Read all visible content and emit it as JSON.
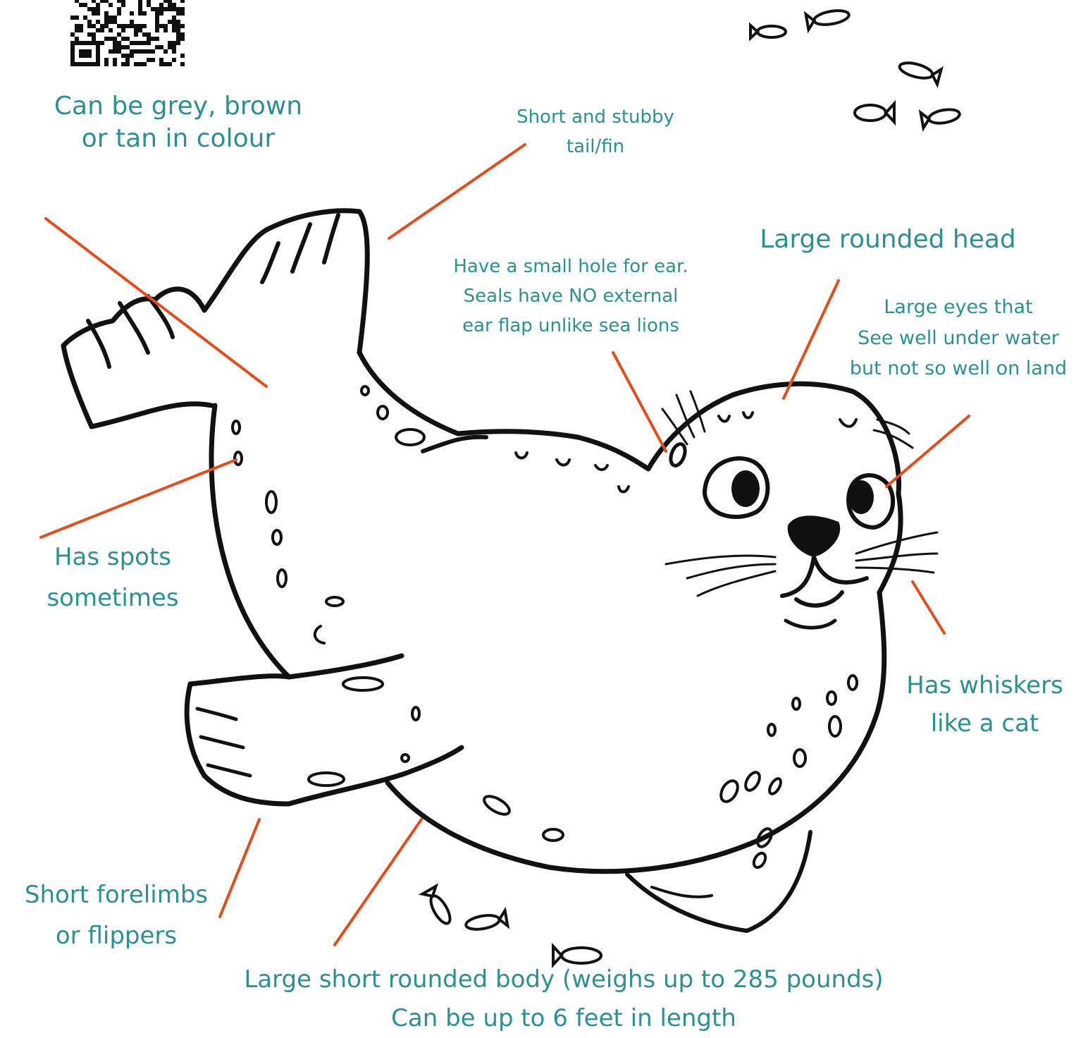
{
  "colors": {
    "label": "#2e8f93",
    "pointer": "#e04e1f",
    "ink": "#111111"
  },
  "qr_code": {
    "icon": "qr-code-icon"
  },
  "labels": {
    "colour": [
      "Can be grey, brown",
      "or tan in colour"
    ],
    "tail": [
      "Short and stubby",
      "tail/fin"
    ],
    "head": [
      "Large rounded head"
    ],
    "ear": [
      "Have a small hole for ear.",
      "Seals have NO external",
      "ear flap unlike sea lions"
    ],
    "eyes": [
      "Large eyes that",
      "See well under water",
      "but not so well on land"
    ],
    "spots": [
      "Has spots",
      "sometimes"
    ],
    "whiskers": [
      "Has whiskers",
      "like a cat"
    ],
    "forelimbs": [
      "Short forelimbs",
      "or flippers"
    ],
    "body": [
      "Large short rounded body (weighs up to 285 pounds)",
      "Can be up to 6 feet in length"
    ]
  },
  "illustration": {
    "subject": "seal-icon",
    "decorations": "fish-icon"
  }
}
